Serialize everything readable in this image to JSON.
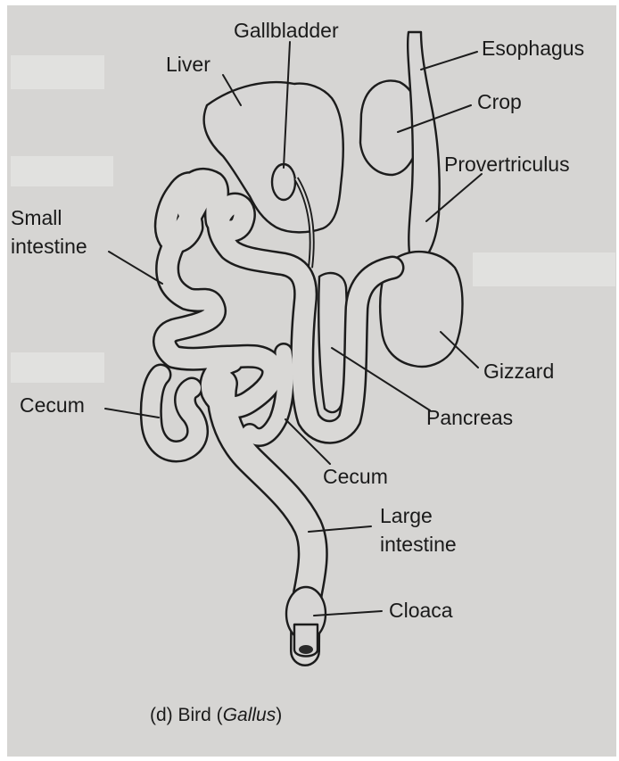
{
  "labels": {
    "gallbladder": "Gallbladder",
    "liver": "Liver",
    "esophagus": "Esophagus",
    "crop": "Crop",
    "proventriculus": "Provertriculus",
    "small_intestine_line1": "Small",
    "small_intestine_line2": "intestine",
    "gizzard": "Gizzard",
    "cecum_left": "Cecum",
    "pancreas": "Pancreas",
    "cecum_bottom": "Cecum",
    "large_intestine_line1": "Large",
    "large_intestine_line2": "intestine",
    "cloaca": "Cloaca"
  },
  "caption": {
    "prefix": "(d) Bird (",
    "genus": "Gallus",
    "suffix": ")"
  },
  "colors": {
    "page_background": "#d6d5d3",
    "organ_fill": "#d7d6d5",
    "ink": "#1c1c1c"
  }
}
